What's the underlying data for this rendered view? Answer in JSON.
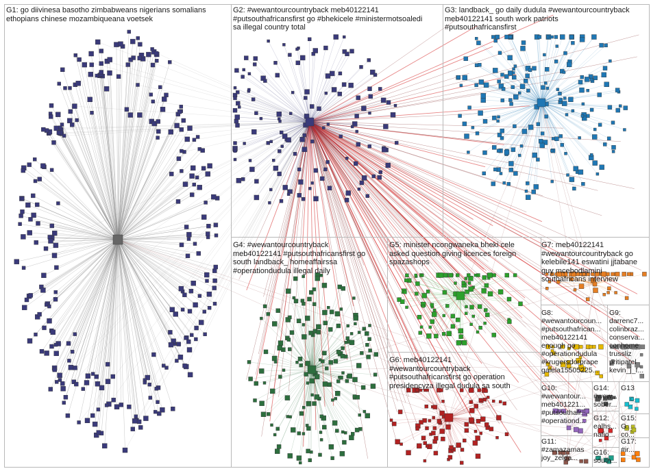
{
  "groups": [
    {
      "id": "G1",
      "label": "G1: go diivinesa basotho zimbabweans nigerians somalians\nethopians chinese mozambiqueana voetsek",
      "color": "#3a3a7a"
    },
    {
      "id": "G2",
      "label": "G2: #wewantourcountryback meb40122141\n#putsouthafricansfirst go #bhekicele #ministermotsoaledi\nsa illegal country total",
      "color": "#1f77b4"
    },
    {
      "id": "G3",
      "label": "G3: landback_ go daily dudula #wewantourcountryback\nmeb40122141 south work patriots\n#putsouthafricansfirst",
      "color": "#2d6e3e"
    },
    {
      "id": "G4",
      "label": "G4: #wewantourcountryback\nmeb40122141 #putsouthafricansfirst go\nsouth landback_ homeaffairssa\n#operationdudula illegal daily",
      "color": "#2ca02c"
    },
    {
      "id": "G5",
      "label": "G5: minister ncongwaneka bheki cele\nasked question giving licences foreign\nspazashops",
      "color": "#b22222"
    },
    {
      "id": "G6",
      "label": "G6: meb40122141\n#wewantourcountryback\n#putsouthafricansfirst go operation\npresidencyza illegal dudula sa south",
      "color": "#e67e22"
    },
    {
      "id": "G7",
      "label": "G7: meb40122141\n#wewantourcountryback go\nkelebile141 eswatini jjtabane\nguy mcebodlamini\nsouthafricans interview",
      "color": "#e6b800"
    },
    {
      "id": "G8",
      "label": "G8:\n#wewantourcoun...\n#putsouthafrican...\nmeb40122141\nenough go\n#operationdudula\n#krugersdorprape\ngalela15505225...",
      "color": "#7f7f7f"
    },
    {
      "id": "G9",
      "label": "G9:\ndarrenc7...\ncolinbraz...\nconserva...\nconhome\ntrussliz\npritipatel\nkevin_j_f...",
      "color": "#9467bd"
    },
    {
      "id": "G10",
      "label": "G10:\n#wewantour...\nmeb401221...\n#putsouthafr...\n#operationd...",
      "color": "#8c564b"
    },
    {
      "id": "G11",
      "label": "G11:\n#zamazamas\njoy_zelda...",
      "color": "#d62728"
    },
    {
      "id": "G12",
      "label": "G12:\nealhs...\nnatio...",
      "color": "#17becf"
    },
    {
      "id": "G13",
      "label": "G13",
      "color": "#555555"
    },
    {
      "id": "G14",
      "label": "G14:\n#wew...\nsober...",
      "color": "#bcbd22"
    },
    {
      "id": "G15",
      "label": "G15:\nG\nco...",
      "color": "#1f9e89"
    },
    {
      "id": "G16",
      "label": "G16:\nsouth...",
      "color": "#ff7f0e"
    },
    {
      "id": "G17",
      "label": "G17:\n#ir...",
      "color": "#6b4c9a"
    }
  ]
}
